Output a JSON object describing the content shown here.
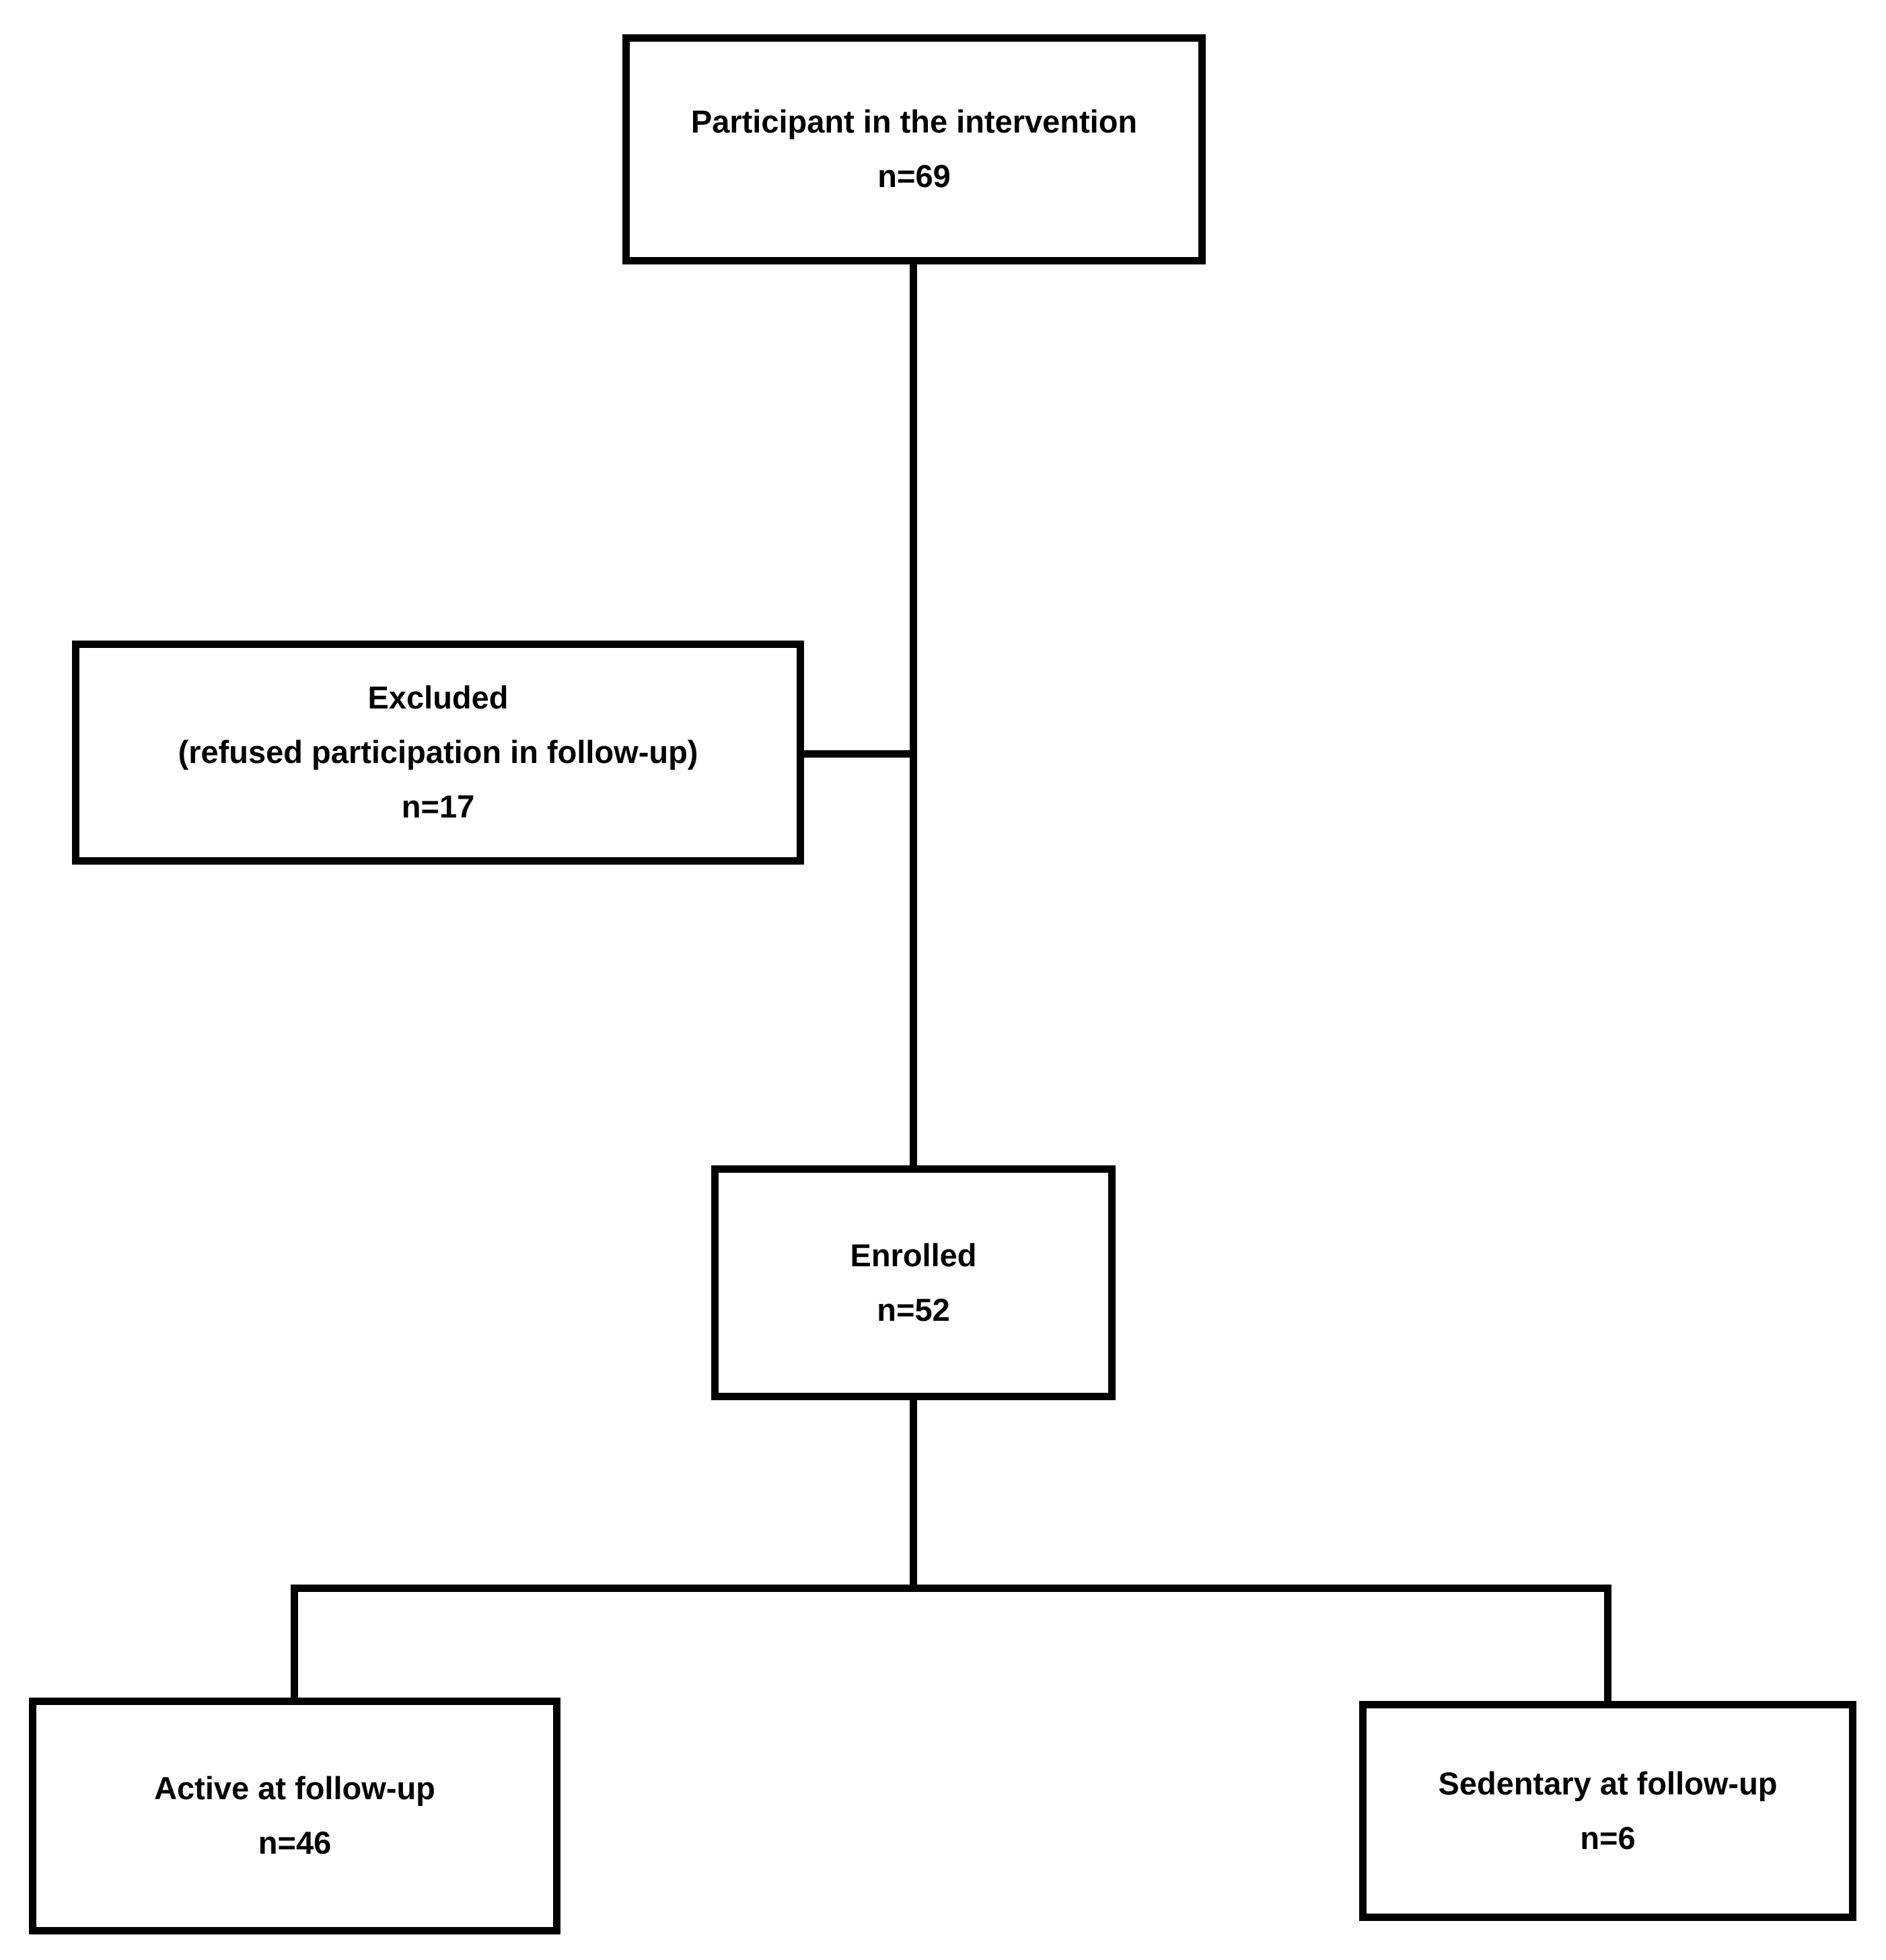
{
  "diagram": {
    "type": "flowchart",
    "description": "Participant flow diagram of an intervention study with follow-up",
    "colors": {
      "background": "#ffffff",
      "box_fill": "#ffffff",
      "box_border": "#000000",
      "line": "#000000",
      "text": "#000000"
    },
    "nodes": {
      "intervention": {
        "label": "Participant in the intervention",
        "n": "n=69"
      },
      "excluded": {
        "label": "Excluded",
        "sublabel": "(refused participation in follow-up)",
        "n": "n=17"
      },
      "enrolled": {
        "label": "Enrolled",
        "n": "n=52"
      },
      "active": {
        "label": "Active at follow-up",
        "n": "n=46"
      },
      "sedentary": {
        "label": "Sedentary at follow-up",
        "n": "n=6"
      }
    },
    "edges": [
      {
        "from": "intervention",
        "to": "enrolled"
      },
      {
        "from": "intervention",
        "to": "excluded",
        "type": "side-branch"
      },
      {
        "from": "enrolled",
        "to": "active"
      },
      {
        "from": "enrolled",
        "to": "sedentary"
      }
    ]
  }
}
